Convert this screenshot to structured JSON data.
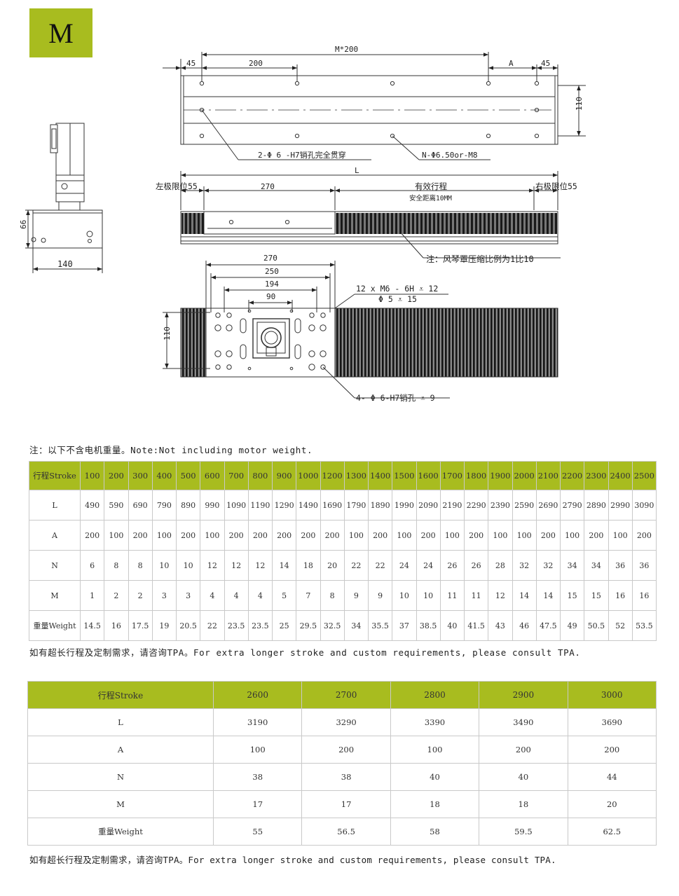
{
  "badge": "M",
  "drawing": {
    "top_view": {
      "dim_top": "M*200",
      "dim_left_45": "45",
      "dim_200": "200",
      "dim_A": "A",
      "dim_right_45": "45",
      "dim_110": "110",
      "callout_pin": "2-Φ 6 -H7销孔完全贯穿",
      "callout_holes": "N-Φ6.50or-M8"
    },
    "side_view": {
      "dim_L": "L",
      "left_limit": "左极限位55",
      "dim_270": "270",
      "stroke_label": "有效行程",
      "safety": "安全距离10MM",
      "right_limit": "右极限位55",
      "bellows_note": "注：风琴罩压缩比例为1比10"
    },
    "carriage_view": {
      "dim_270": "270",
      "dim_250": "250",
      "dim_194": "194",
      "dim_90": "90",
      "dim_110": "110",
      "callout_thread_1": "12 x  M6 - 6H ⩡ 12",
      "callout_thread_2": "Φ 5 ⩡ 15",
      "callout_pin": "4- Φ 6-H7销孔 ⩡ 9"
    },
    "end_view": {
      "dim_66": "66",
      "dim_140": "140"
    }
  },
  "note_top": "注：以下不含电机重量。Note:Not including motor weight.",
  "table1": {
    "header_label": "行程Stroke",
    "strokes": [
      "100",
      "200",
      "300",
      "400",
      "500",
      "600",
      "700",
      "800",
      "900",
      "1000",
      "1200",
      "1300",
      "1400",
      "1500",
      "1600",
      "1700",
      "1800",
      "1900",
      "2000",
      "2100",
      "2200",
      "2300",
      "2400",
      "2500"
    ],
    "rows": [
      {
        "label": "L",
        "values": [
          "490",
          "590",
          "690",
          "790",
          "890",
          "990",
          "1090",
          "1190",
          "1290",
          "1490",
          "1690",
          "1790",
          "1890",
          "1990",
          "2090",
          "2190",
          "2290",
          "2390",
          "2590",
          "2690",
          "2790",
          "2890",
          "2990",
          "3090"
        ]
      },
      {
        "label": "A",
        "values": [
          "200",
          "100",
          "200",
          "100",
          "200",
          "100",
          "200",
          "200",
          "200",
          "200",
          "200",
          "100",
          "200",
          "100",
          "200",
          "100",
          "200",
          "100",
          "100",
          "200",
          "100",
          "200",
          "100",
          "200"
        ]
      },
      {
        "label": "N",
        "values": [
          "6",
          "8",
          "8",
          "10",
          "10",
          "12",
          "12",
          "12",
          "14",
          "18",
          "20",
          "22",
          "22",
          "24",
          "24",
          "26",
          "26",
          "28",
          "32",
          "32",
          "34",
          "34",
          "36",
          "36"
        ]
      },
      {
        "label": "M",
        "values": [
          "1",
          "2",
          "2",
          "3",
          "3",
          "4",
          "4",
          "4",
          "5",
          "7",
          "8",
          "9",
          "9",
          "10",
          "10",
          "11",
          "11",
          "12",
          "14",
          "14",
          "15",
          "15",
          "16",
          "16"
        ]
      },
      {
        "label": "重量Weight",
        "values": [
          "14.5",
          "16",
          "17.5",
          "19",
          "20.5",
          "22",
          "23.5",
          "23.5",
          "25",
          "29.5",
          "32.5",
          "34",
          "35.5",
          "37",
          "38.5",
          "40",
          "41.5",
          "43",
          "46",
          "47.5",
          "49",
          "50.5",
          "52",
          "53.5"
        ]
      }
    ]
  },
  "note_middle": "如有超长行程及定制需求，请咨询TPA。For extra longer stroke and custom requirements, please consult TPA.",
  "table2": {
    "header_label": "行程Stroke",
    "strokes": [
      "2600",
      "2700",
      "2800",
      "2900",
      "3000"
    ],
    "rows": [
      {
        "label": "L",
        "values": [
          "3190",
          "3290",
          "3390",
          "3490",
          "3690"
        ]
      },
      {
        "label": "A",
        "values": [
          "100",
          "200",
          "100",
          "200",
          "200"
        ]
      },
      {
        "label": "N",
        "values": [
          "38",
          "38",
          "40",
          "40",
          "44"
        ]
      },
      {
        "label": "M",
        "values": [
          "17",
          "17",
          "18",
          "18",
          "20"
        ]
      },
      {
        "label": "重量Weight",
        "values": [
          "55",
          "56.5",
          "58",
          "59.5",
          "62.5"
        ]
      }
    ]
  },
  "note_bottom": "如有超长行程及定制需求，请咨询TPA。For extra longer stroke and custom requirements, please consult TPA."
}
